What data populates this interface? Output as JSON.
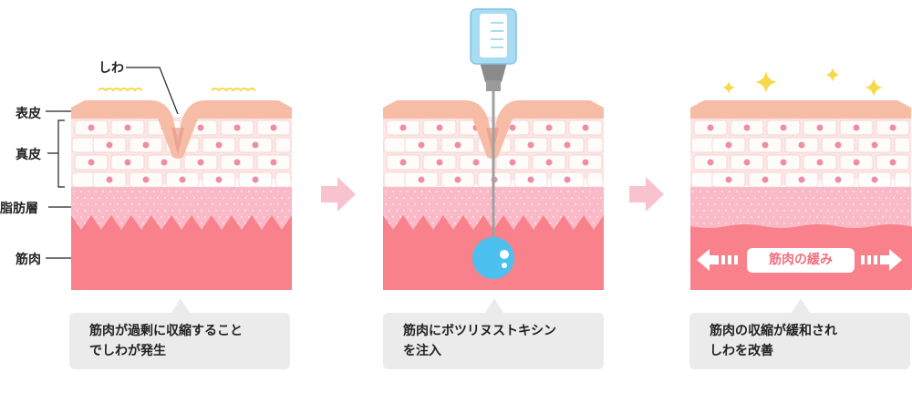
{
  "labels": {
    "wrinkle": "しわ",
    "epidermis": "表皮",
    "dermis": "真皮",
    "fat_layer": "脂肪層",
    "muscle": "筋肉"
  },
  "panels": [
    {
      "caption": [
        "筋肉が過剰に収縮すること",
        "でしわが発生"
      ]
    },
    {
      "caption": [
        "筋肉にボツリヌストキシン",
        "を注入"
      ]
    },
    {
      "caption": [
        "筋肉の収縮が緩和され",
        "しわを改善"
      ],
      "badge": "筋肉の緩み"
    }
  ],
  "colors": {
    "epidermis": "#f7bca6",
    "dermis": "#fce6e6",
    "fat": "#f9b9c6",
    "muscle": "#f9818b",
    "arrow": "#f9c2cf",
    "syringe": "#a8dcf3",
    "injection": "#4cc0ee",
    "sparkle": "#f6d94a"
  }
}
